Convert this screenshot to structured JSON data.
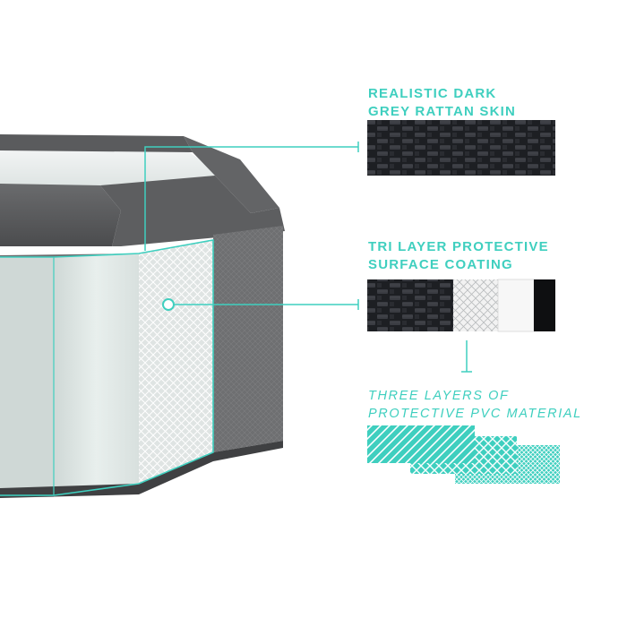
{
  "callouts": {
    "rattan_skin": {
      "line1": "REALISTIC DARK",
      "line2": "GREY RATTAN SKIN"
    },
    "surface_coating": {
      "line1": "TRI LAYER PROTECTIVE",
      "line2": "SURFACE COATING"
    },
    "pvc_layers": {
      "line1": "THREE LAYERS OF",
      "line2": "PROTECTIVE PVC MATERIAL"
    }
  },
  "colors": {
    "accent": "#3fcfbf",
    "rattan_dark": "#1f2126",
    "tub_rim": "#58595b",
    "tub_wall": "#6b6c6e",
    "liner": "#e3ecea"
  },
  "swatches": {
    "coating_layers": [
      "dark-rattan",
      "white-mesh",
      "white",
      "black"
    ],
    "pvc_layer_patterns": [
      "diagonal-stripes",
      "crosshatch",
      "fine-mesh"
    ]
  }
}
